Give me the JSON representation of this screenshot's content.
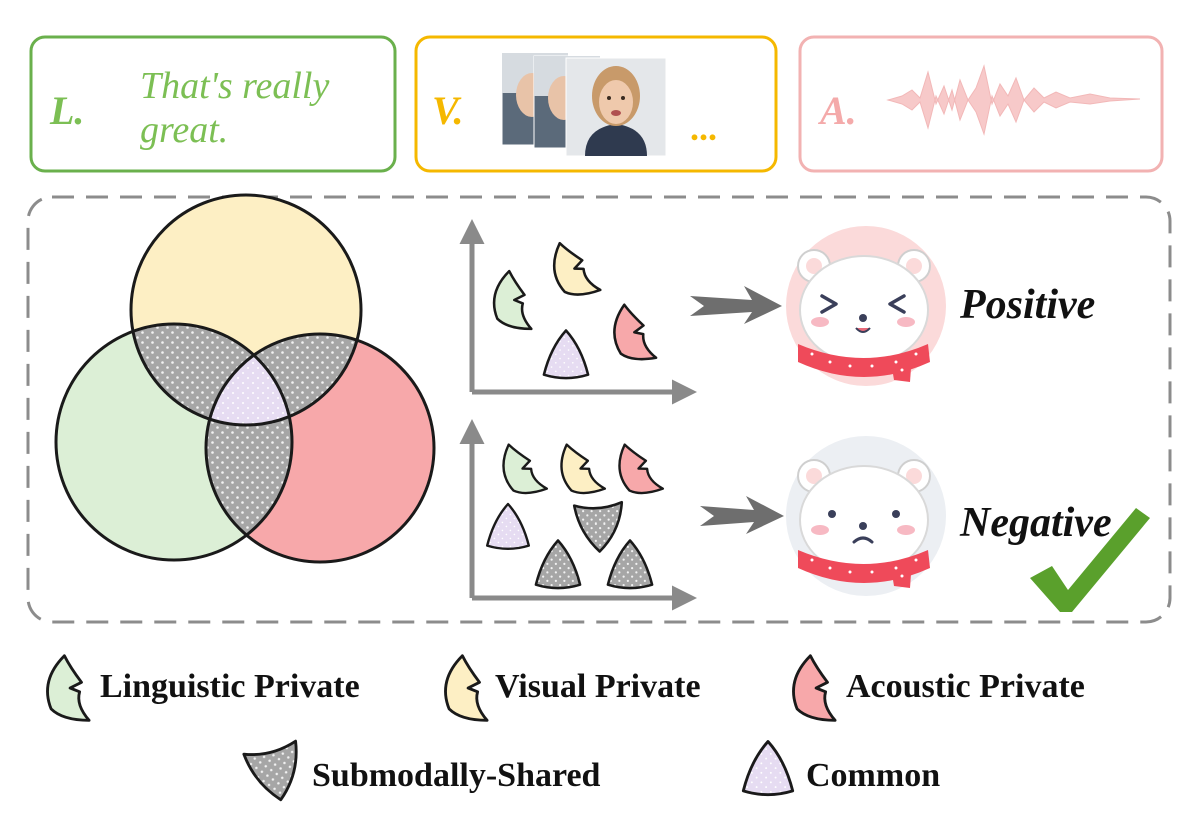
{
  "modalities": {
    "linguistic": {
      "tag": "L.",
      "text_line1": "That's really",
      "text_line2": "great."
    },
    "visual": {
      "tag": "V.",
      "ellipsis": "..."
    },
    "acoustic": {
      "tag": "A."
    }
  },
  "predictions": {
    "positive": "Positive",
    "negative": "Negative"
  },
  "legend": {
    "linguistic_private": "Linguistic Private",
    "visual_private": "Visual Private",
    "acoustic_private": "Acoustic Private",
    "submodally_shared": "Submodally-Shared",
    "common": "Common"
  },
  "colors": {
    "linguistic": "#dcefd6",
    "visual": "#fdefc4",
    "acoustic": "#f7a8aa",
    "shared": "#a9a9a9",
    "common": "#e6dcf2",
    "green_border": "#6ab04c",
    "green_text": "#7cbf54",
    "yellow_border": "#f5b800",
    "yellow_text": "#f5b800",
    "pink_border": "#f2b2b2",
    "pink_text": "#f4aaaa",
    "check": "#5aa02c"
  },
  "icons": [
    "video-frame-icon",
    "waveform-icon",
    "happy-bear-icon",
    "sad-bear-icon",
    "checkmark-icon",
    "arrow-right-icon"
  ]
}
